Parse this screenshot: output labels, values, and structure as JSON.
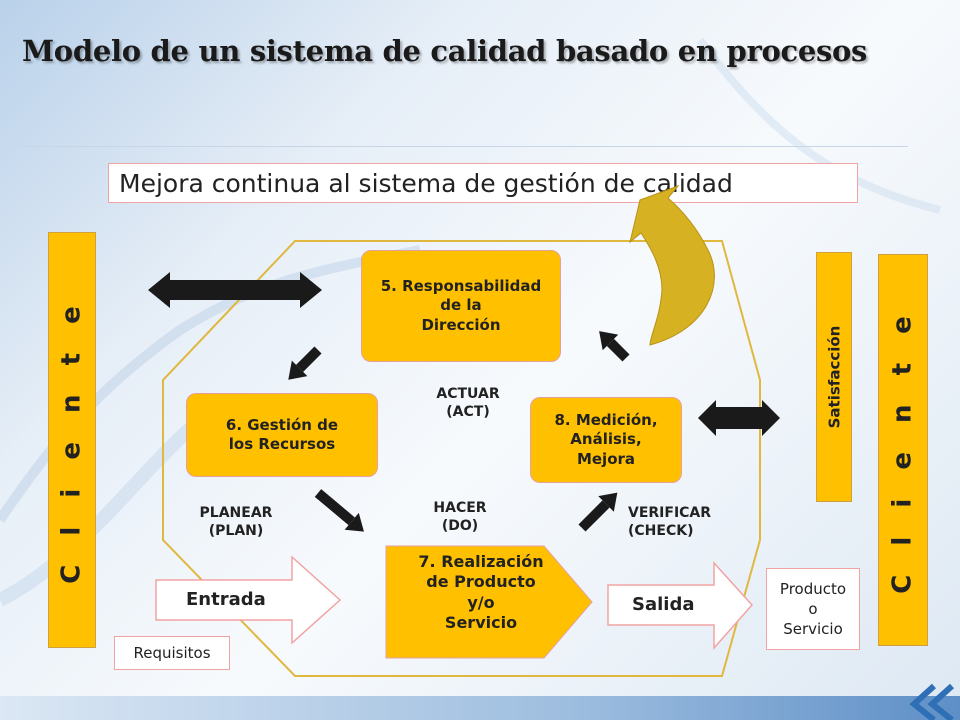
{
  "title": "Modelo de un sistema de calidad basado en procesos",
  "mejora": "Mejora continua al sistema de gestión de calidad",
  "cliente_left": "C l i e n t e",
  "cliente_right": "C l i e n t e",
  "satisfaccion": "Satisfacción",
  "boxes": {
    "responsabilidad": "5. Responsabilidad\nde  la\nDirección",
    "recursos": "6. Gestión de\nlos Recursos",
    "medicion": "8. Medición,\nAnálisis,\nMejora",
    "realizacion": "7. Realización\nde Producto\ny/o\nServicio"
  },
  "cycle": {
    "actuar": "ACTUAR\n(ACT)",
    "hacer": "HACER\n(DO)",
    "planear": "PLANEAR\n(PLAN)",
    "verificar": "VERIFICAR\n(CHECK)"
  },
  "entrada": "Entrada",
  "salida": "Salida",
  "requisitos": "Requisitos",
  "producto": "Producto\no\nServicio",
  "colors": {
    "box_fill": "#ffc000",
    "frame_line": "#e0b840",
    "dark_arrow": "#1a1a1a",
    "curved_arrow": "#d6b122"
  }
}
